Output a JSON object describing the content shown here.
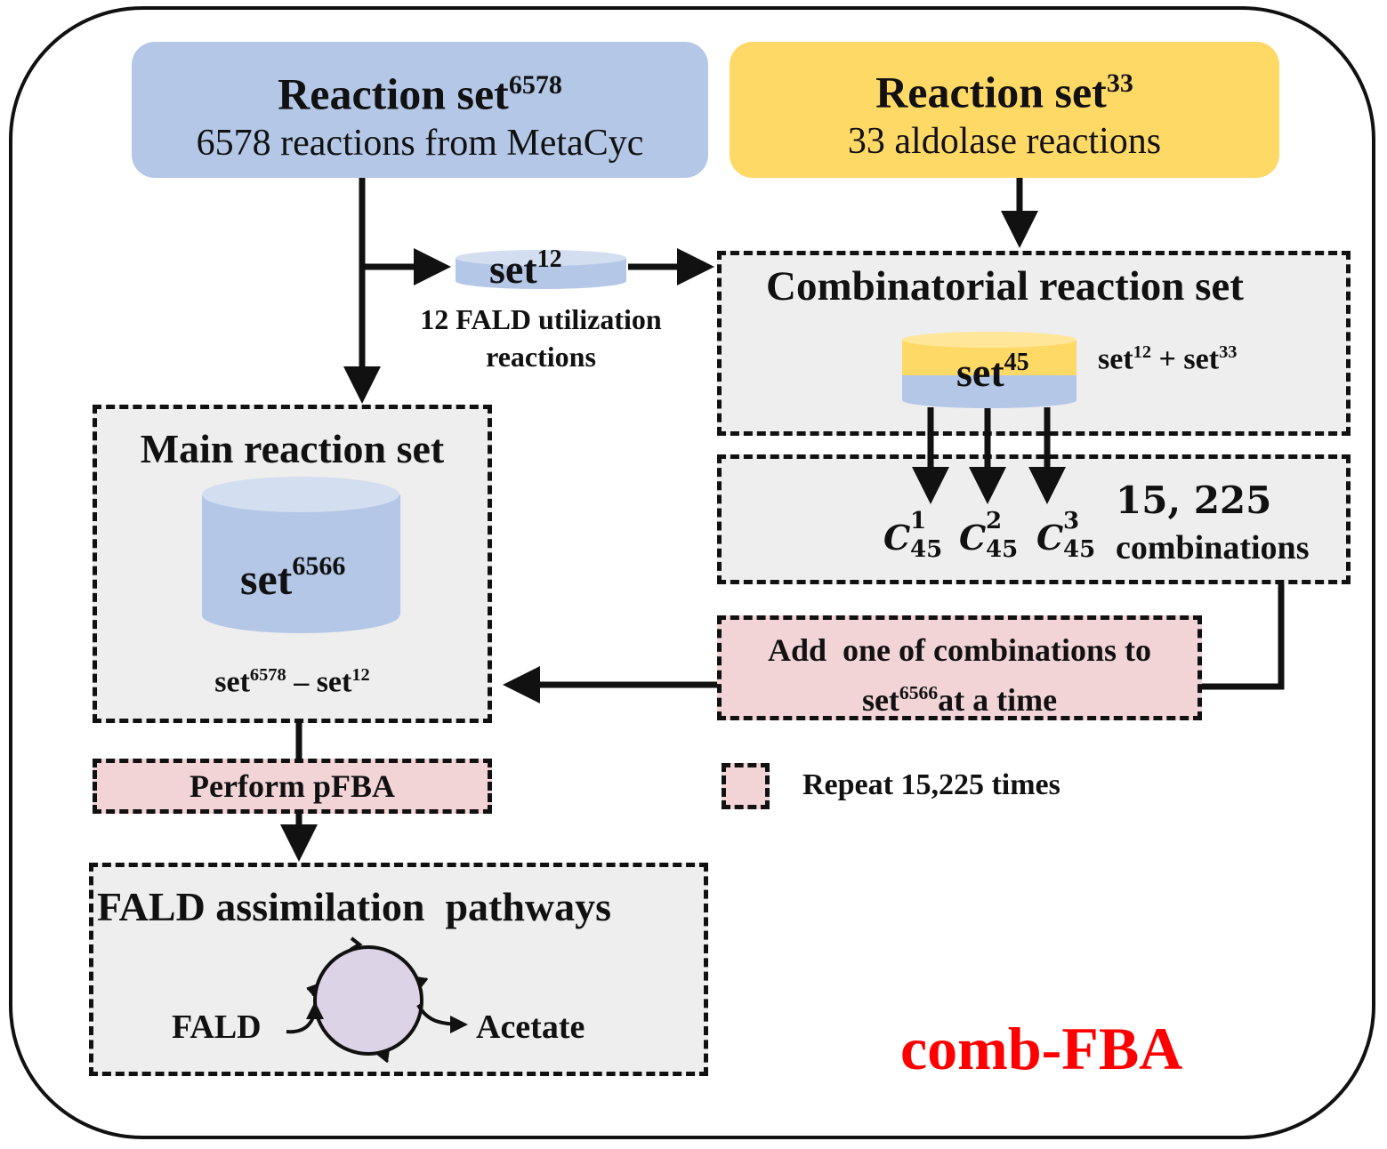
{
  "frame_label": "comb-FBA",
  "box_metacyc": {
    "title": "Reaction set",
    "title_sup": "6578",
    "subtitle": "6578 reactions from MetaCyc"
  },
  "box_aldolase": {
    "title": "Reaction set",
    "title_sup": "33",
    "subtitle": "33 aldolase reactions"
  },
  "set12": {
    "label": "set",
    "sup": "12",
    "caption_line1": "12 FALD utilization",
    "caption_line2": "reactions"
  },
  "combinatorial": {
    "title": "Combinatorial reaction set",
    "cylinder_label": "set",
    "cylinder_sup": "45",
    "formula_a": "set",
    "formula_a_sup": "12",
    "formula_plus": "+",
    "formula_b": "set",
    "formula_b_sup": "33"
  },
  "combinations": {
    "terms": [
      {
        "base": "C",
        "sub": "45",
        "sup": "1"
      },
      {
        "base": "C",
        "sub": "45",
        "sup": "2"
      },
      {
        "base": "C",
        "sub": "45",
        "sup": "3"
      }
    ],
    "count": "15, 225",
    "count_label": "combinations"
  },
  "main_set": {
    "title": "Main reaction set",
    "cylinder_label": "set",
    "cylinder_sup": "6566",
    "formula_a": "set",
    "formula_a_sup": "6578",
    "formula_minus": "–",
    "formula_b": "set",
    "formula_b_sup": "12"
  },
  "add_box": {
    "line1": "Add  one of combinations to",
    "line2_a": "set",
    "line2_sup": "6566",
    "line2_b": "at a time"
  },
  "pfba": {
    "label": "Perform pFBA"
  },
  "legend": {
    "label": "Repeat 15,225 times"
  },
  "pathways": {
    "title": "FALD assimilation  pathways",
    "input": "FALD",
    "output": "Acetate"
  },
  "colors": {
    "blue": "#b4c7e7",
    "yellow": "#ffd966",
    "pink": "#f2d4d7",
    "grey": "#eeeeee",
    "circle": "#dcd3e6",
    "red": "#ff0000"
  }
}
